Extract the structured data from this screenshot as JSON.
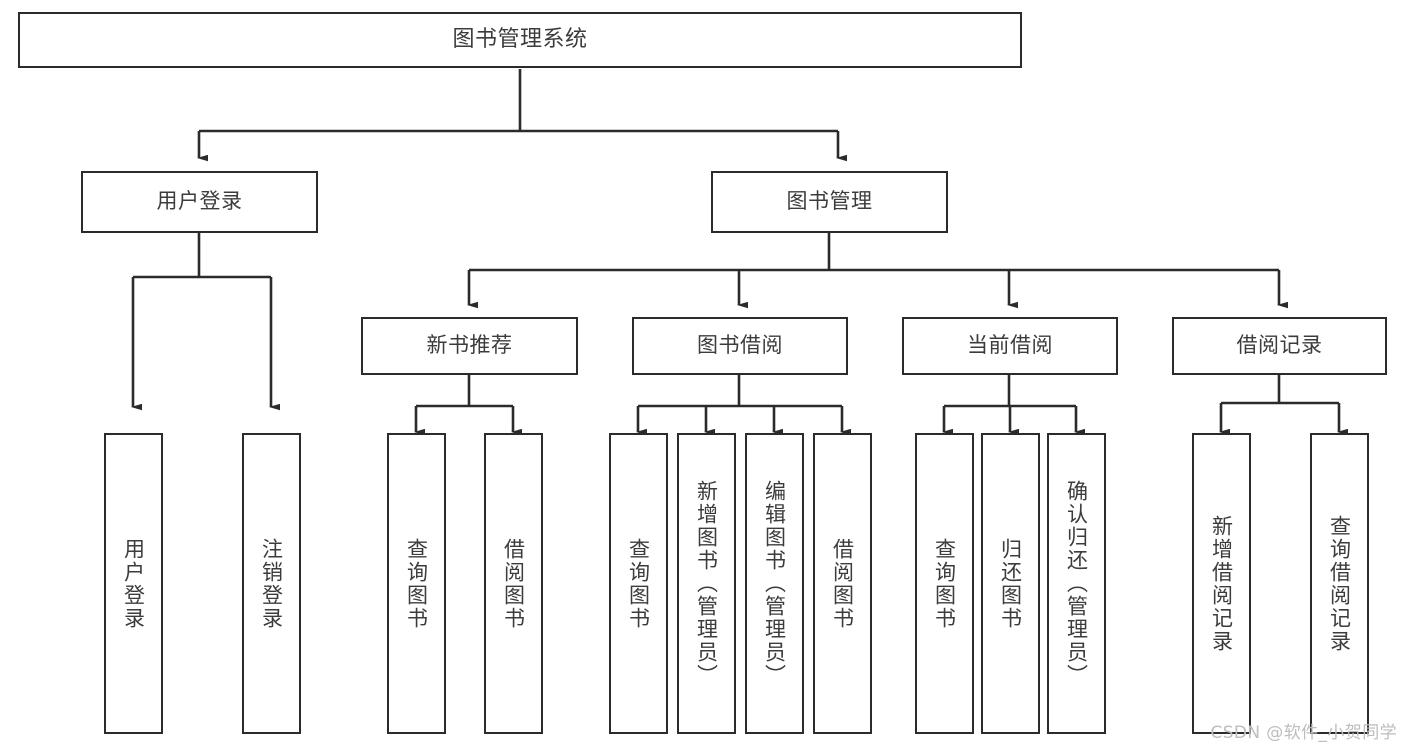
{
  "diagram": {
    "title": "图书管理系统",
    "type": "tree-hierarchy-chart",
    "root": {
      "label": "图书管理系统"
    },
    "level2": [
      {
        "label": "用户登录"
      },
      {
        "label": "图书管理"
      }
    ],
    "level3": [
      {
        "label": "新书推荐"
      },
      {
        "label": "图书借阅"
      },
      {
        "label": "当前借阅"
      },
      {
        "label": "借阅记录"
      }
    ],
    "leaves": {
      "user_login": [
        {
          "label": "用户登录"
        },
        {
          "label": "注销登录"
        }
      ],
      "new_book_recommend": [
        {
          "label": "查询图书"
        },
        {
          "label": "借阅图书"
        }
      ],
      "book_borrow": [
        {
          "label": "查询图书"
        },
        {
          "label": "新增图书（管理员）"
        },
        {
          "label": "编辑图书（管理员）"
        },
        {
          "label": "借阅图书"
        }
      ],
      "current_borrow": [
        {
          "label": "查询图书"
        },
        {
          "label": "归还图书"
        },
        {
          "label": "确认归还（管理员）"
        }
      ],
      "borrow_record": [
        {
          "label": "新增借阅记录"
        },
        {
          "label": "查询借阅记录"
        }
      ]
    }
  },
  "watermark": {
    "text": "CSDN @软件_小贺同学"
  },
  "colors": {
    "stroke": "#2b2b2b",
    "text": "#3c3c3c",
    "background": "#ffffff",
    "watermark": "#bdbdbd"
  }
}
